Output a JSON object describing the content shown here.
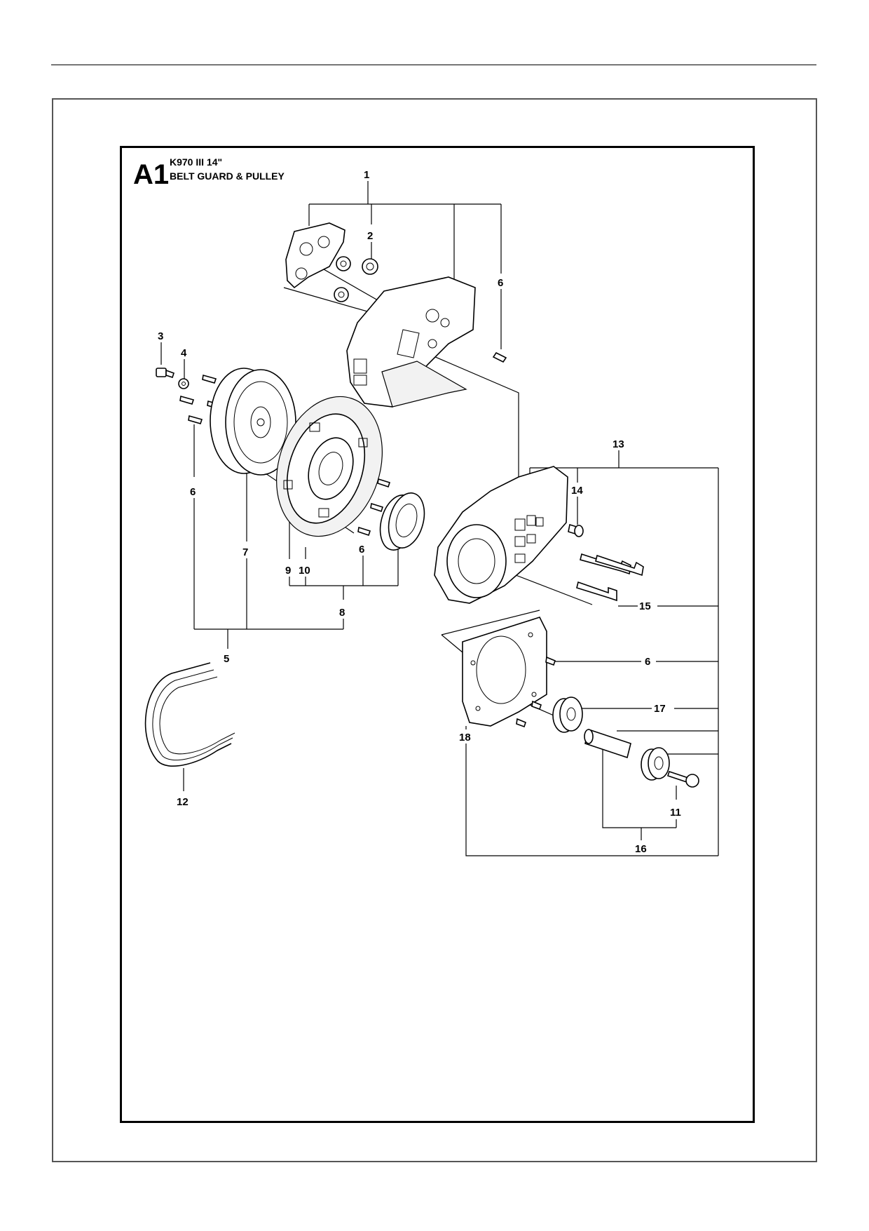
{
  "header": {
    "section_code": "A1",
    "model": "K970 III 14\"",
    "title": "BELT GUARD & PULLEY"
  },
  "callouts": {
    "c1": "1",
    "c2": "2",
    "c3": "3",
    "c4": "4",
    "c5": "5",
    "c6_top": "6",
    "c6_left": "6",
    "c6_mid": "6",
    "c6_right": "6",
    "c7": "7",
    "c8": "8",
    "c9": "9",
    "c10": "10",
    "c11": "11",
    "c12": "12",
    "c13": "13",
    "c14": "14",
    "c15": "15",
    "c16": "16",
    "c17": "17",
    "c18": "18"
  },
  "parts": [
    {
      "id": "belt-guard-assembly",
      "callout": "1"
    },
    {
      "id": "nut",
      "callout": "2"
    },
    {
      "id": "bolt",
      "callout": "3"
    },
    {
      "id": "washer",
      "callout": "4"
    },
    {
      "id": "pulley-assembly",
      "callout": "5"
    },
    {
      "id": "screw",
      "callout": "6"
    },
    {
      "id": "belt-pulley",
      "callout": "7"
    },
    {
      "id": "clutch-drum-assembly",
      "callout": "8"
    },
    {
      "id": "clutch-shoe-ring",
      "callout": "9"
    },
    {
      "id": "clutch-hub",
      "callout": "10"
    },
    {
      "id": "screw-with-washer",
      "callout": "11"
    },
    {
      "id": "drive-belt",
      "callout": "12"
    },
    {
      "id": "cutting-arm-assembly",
      "callout": "13"
    },
    {
      "id": "socket-screw",
      "callout": "14"
    },
    {
      "id": "stud-bolt",
      "callout": "15"
    },
    {
      "id": "shaft-assembly",
      "callout": "16"
    },
    {
      "id": "bearing",
      "callout": "17"
    },
    {
      "id": "cover-plate",
      "callout": "18"
    }
  ]
}
